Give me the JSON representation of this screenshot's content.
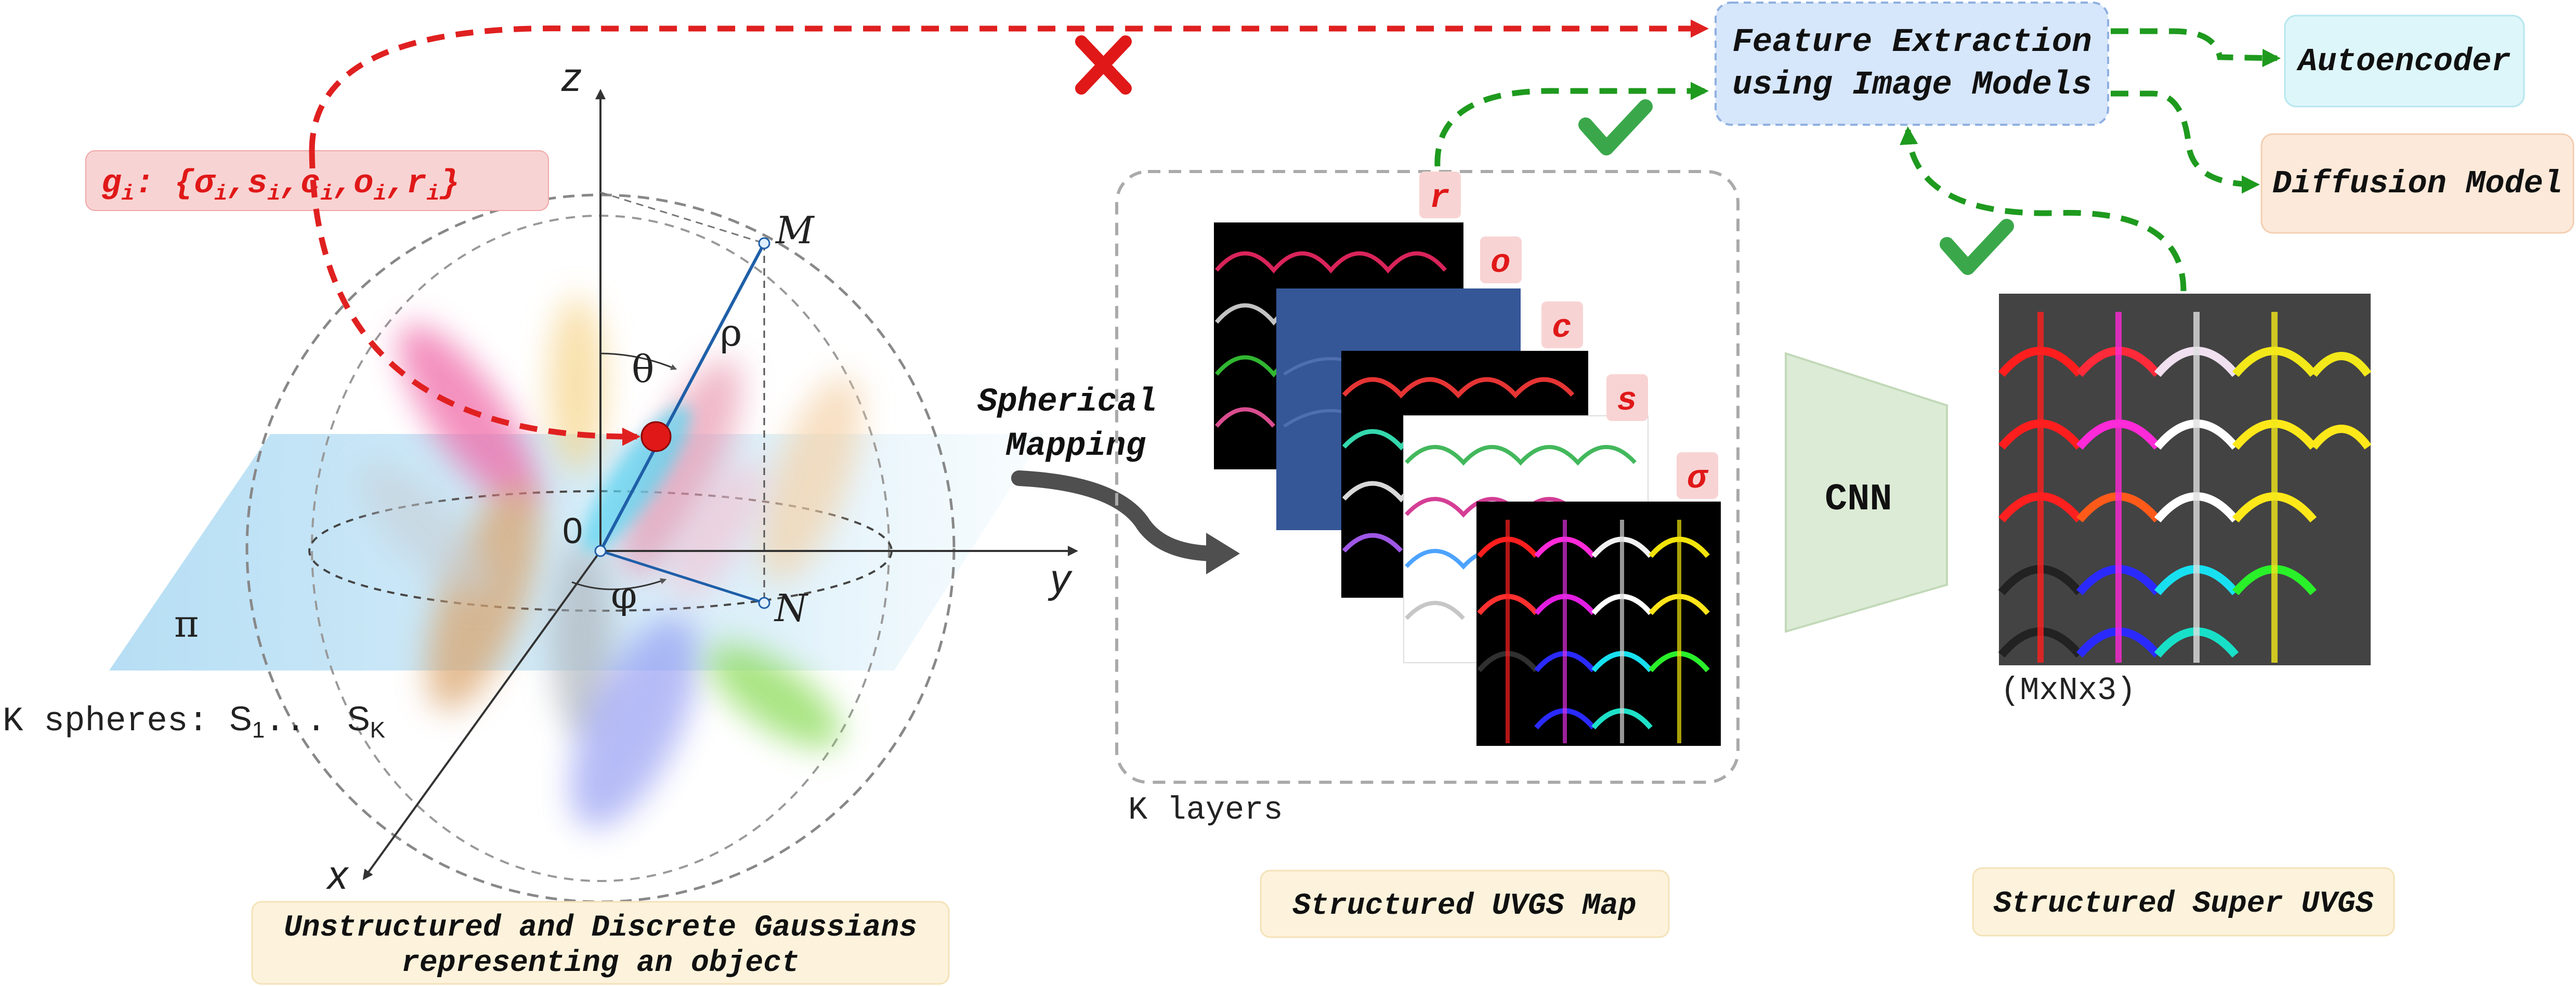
{
  "gaussian_params": {
    "prefix": "g",
    "prefix_sub": "i",
    "open": ": {",
    "sigma": "σ",
    "s": "s",
    "c": "c",
    "o": "o",
    "r": "r",
    "sub": "i",
    "close": "}"
  },
  "axes": {
    "z": "z",
    "y": "y",
    "x": "x",
    "origin": "0",
    "M": "M",
    "N": "N",
    "rho": "ρ",
    "theta": "θ",
    "phi": "φ",
    "pi": "π"
  },
  "spheres_label": {
    "prefix": "K spheres: ",
    "s1": "S",
    "s1_sub": "1",
    "dots": "... ",
    "sk": "S",
    "sk_sub": "K"
  },
  "spherical_mapping": [
    "Spherical",
    "Mapping"
  ],
  "layer_tags": [
    "r",
    "o",
    "c",
    "s",
    "σ"
  ],
  "k_layers": "K layers",
  "cnn": "CNN",
  "super_dims": "(MxNx3)",
  "feature_box": [
    "Feature Extraction",
    "using Image Models"
  ],
  "autoencoder": "Autoencoder",
  "diffusion": "Diffusion Model",
  "captions": {
    "left": [
      "Unstructured and Discrete Gaussians",
      "representing an object"
    ],
    "middle": "Structured UVGS Map",
    "right": "Structured Super UVGS"
  },
  "colors": {
    "red_arrow": "#e02020",
    "green_arrow": "#1e9a1e",
    "axis_blue": "#1f5fa8",
    "plane": "#bfe3f5",
    "feature_fill": "#d6e6fb",
    "autoencoder_fill": "#ddf6fa",
    "diffusion_fill": "#fde9d9",
    "caption_fill": "#fdf3dc",
    "params_fill": "#f8d3d3",
    "cnn_fill": "#dcebd6"
  }
}
